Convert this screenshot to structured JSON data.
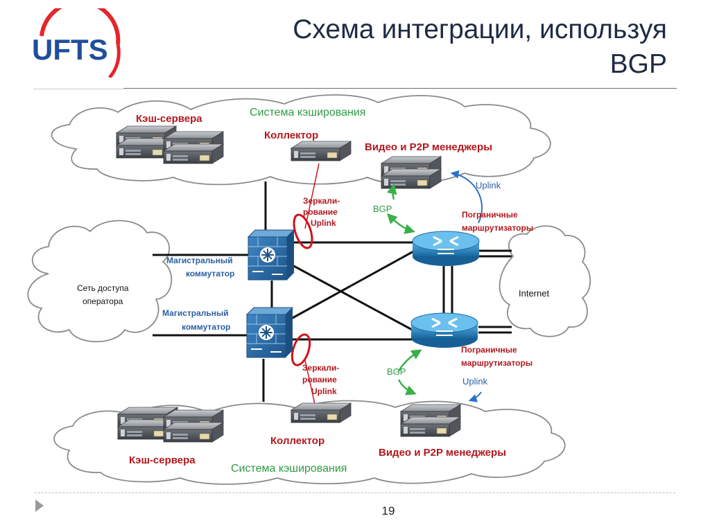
{
  "slide": {
    "title_line1": "Схема интеграции, используя",
    "title_line2": "BGP",
    "page_number": "19"
  },
  "logo": {
    "text": "UFTS",
    "color_blue": "#1f4e9c",
    "color_red": "#e3262b"
  },
  "colors": {
    "red_label": "#b3171c",
    "green_label": "#2f9a45",
    "blue_label": "#2a5fa4",
    "cloud_stroke": "#8a8a8a",
    "router_blue": "#1b7bbf",
    "switch_blue": "#2e6ea6",
    "mirror_loop": "#d0121a",
    "arrow_green": "#3ab04a",
    "arrow_blue": "#2b71c7"
  },
  "diagram": {
    "top_cloud": {
      "system_label": "Система кэширования",
      "cache_label": "Кэш-сервера",
      "collector_label": "Коллектор",
      "managers_label": "Видео и P2P менеджеры"
    },
    "bottom_cloud": {
      "system_label": "Система кэширования",
      "cache_label": "Кэш-сервера",
      "collector_label": "Коллектор",
      "managers_label": "Видео и P2P менеджеры"
    },
    "mirror_top": [
      "Зеркали-",
      "рование",
      "Uplink"
    ],
    "mirror_bottom": [
      "Зеркали-",
      "рование",
      "Uplink"
    ],
    "bgp_top": "BGP",
    "bgp_bottom": "BGP",
    "uplink_top": "Uplink",
    "uplink_bottom": "Uplink",
    "border_routers_top": [
      "Пограничные",
      "маршрутизаторы"
    ],
    "border_routers_bottom": [
      "Пограничные",
      "маршрутизаторы"
    ],
    "switch_top_label": [
      "Магистральный",
      "коммутатор"
    ],
    "switch_bottom_label": [
      "Магистральный",
      "коммутатор"
    ],
    "access_network": [
      "Сеть доступа",
      "оператора"
    ],
    "internet": "Internet"
  }
}
